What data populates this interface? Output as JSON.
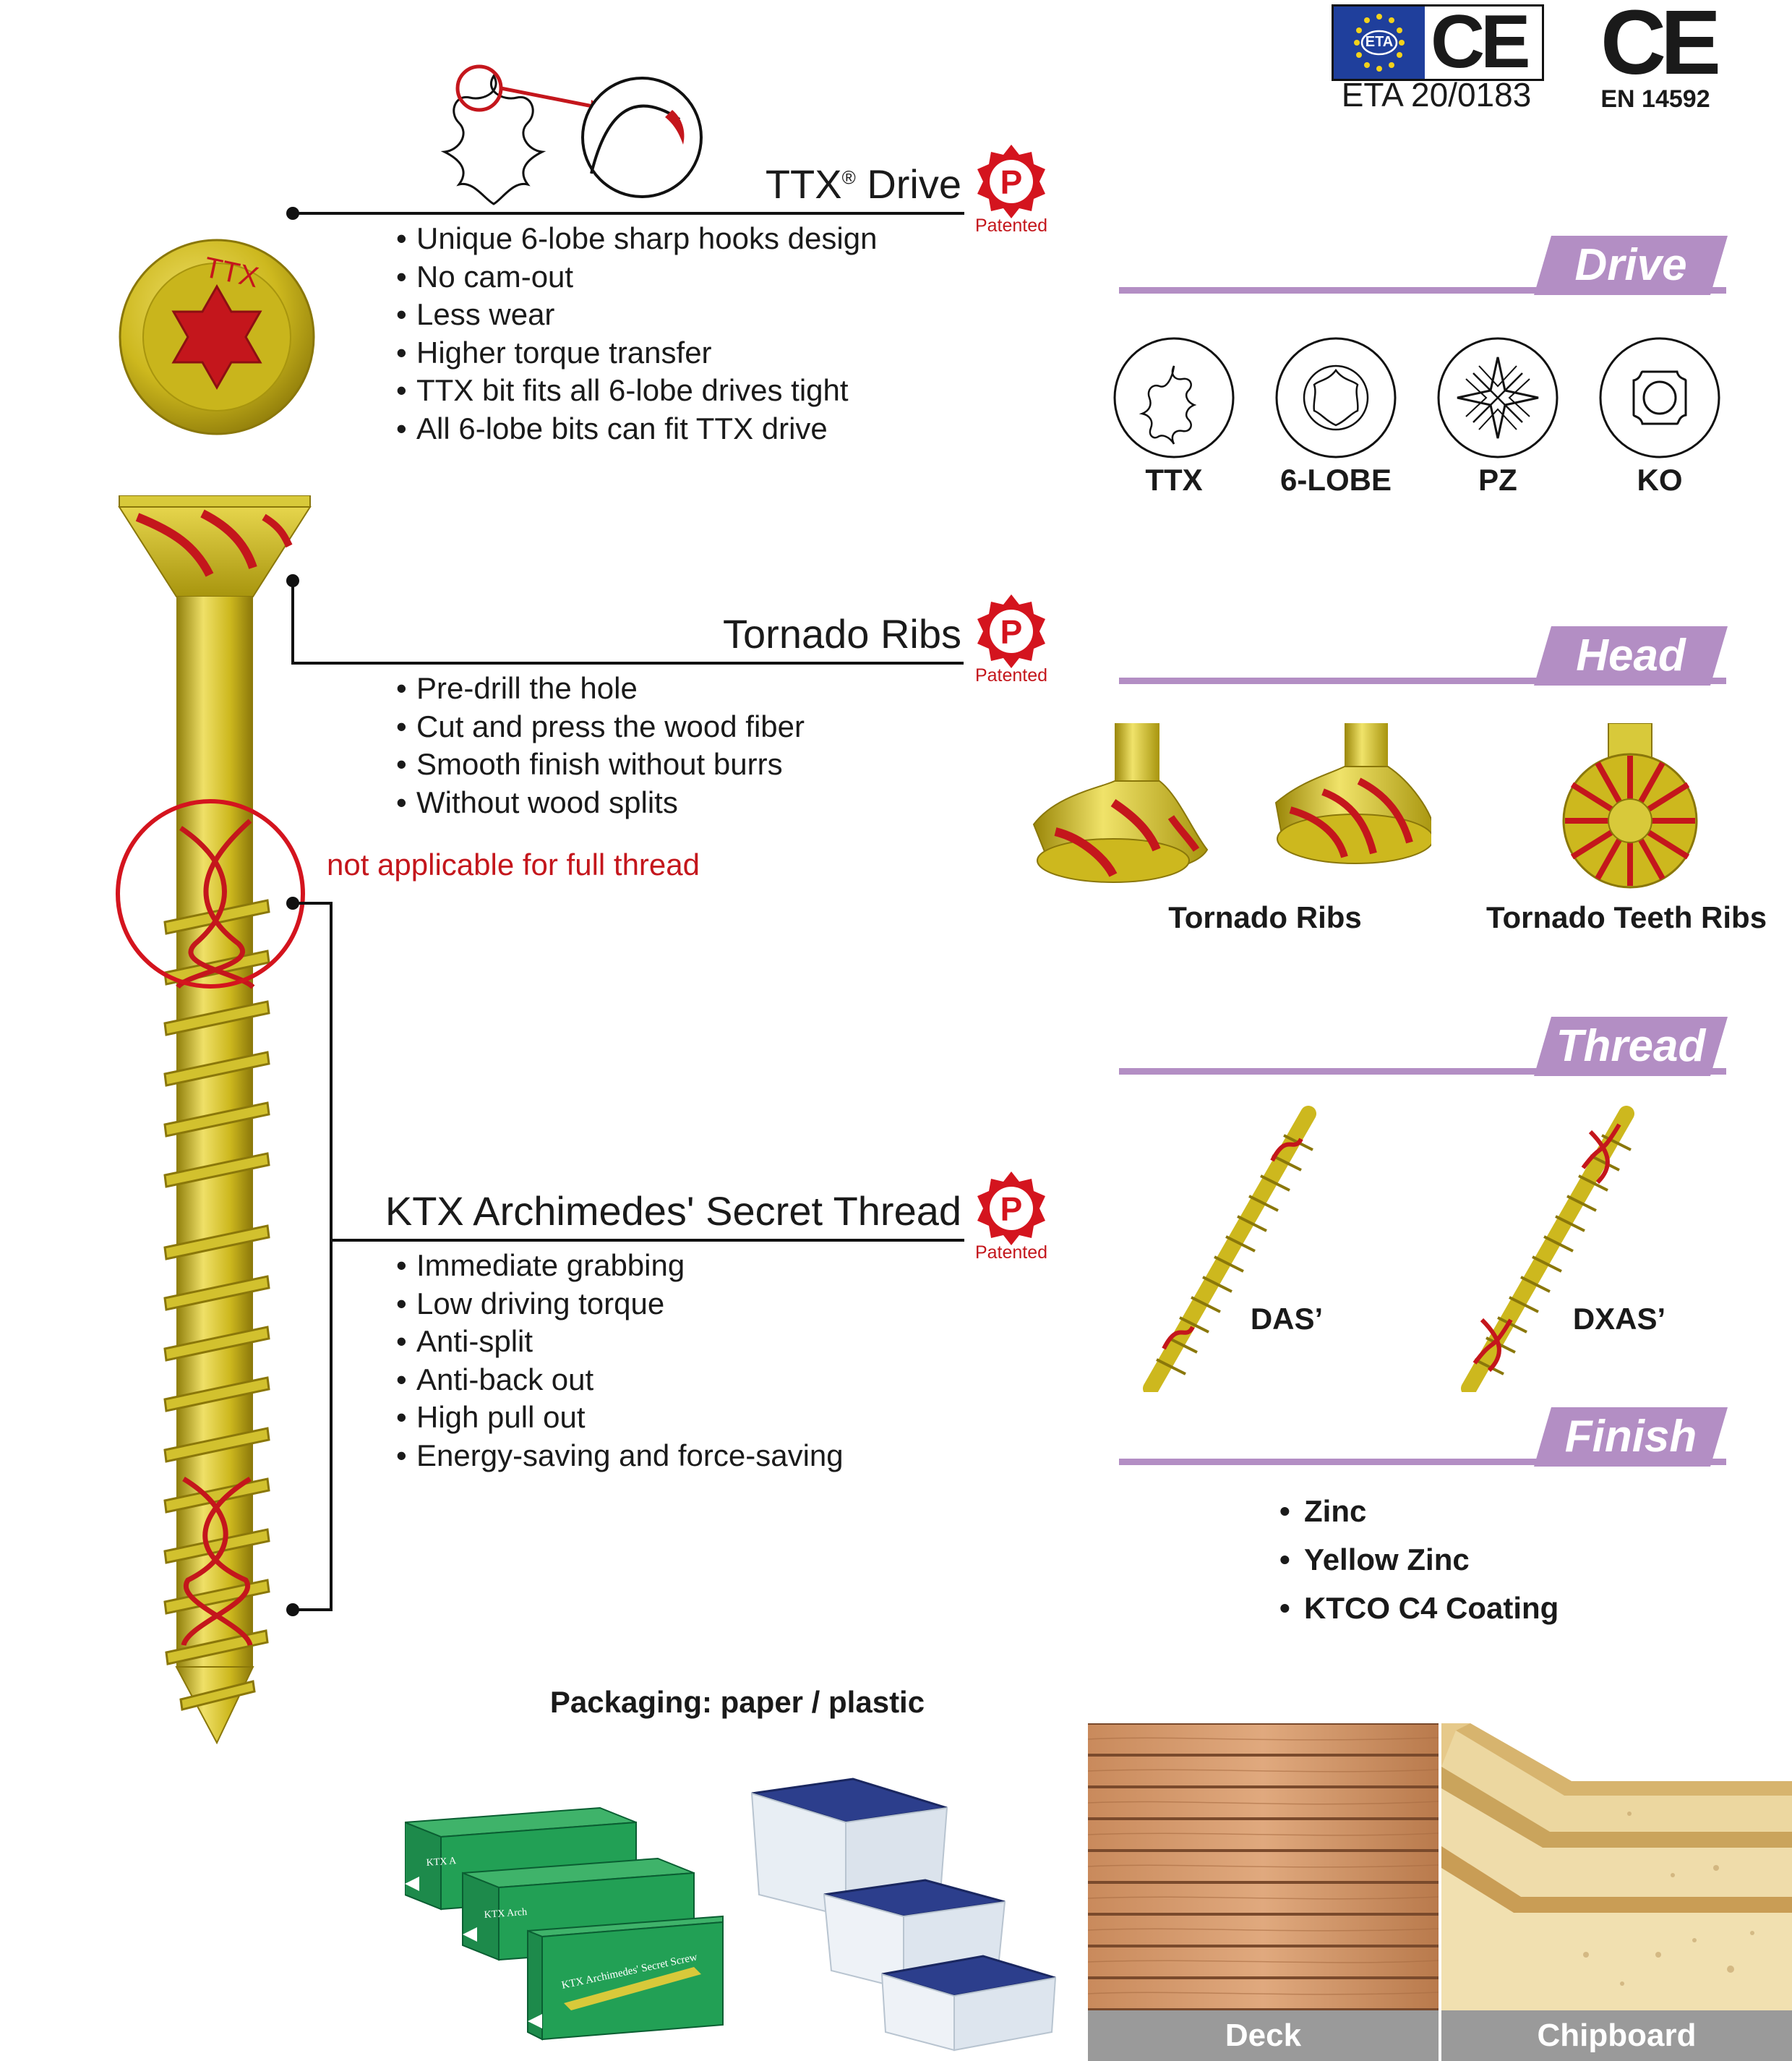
{
  "certs": {
    "eta_badge": "ETA",
    "eta_mark": "CE",
    "eta_number": "ETA 20/0183",
    "en_mark": "CE",
    "en_number": "EN 14592"
  },
  "patent": {
    "badge": "P",
    "label": "Patented"
  },
  "ttx_head": {
    "marking": "TTX"
  },
  "features": {
    "ttx_drive": {
      "title": "TTX",
      "title_mark": "®",
      "title_suffix": " Drive",
      "bullets": [
        "Unique 6-lobe sharp hooks design",
        "No cam-out",
        "Less wear",
        "Higher torque transfer",
        "TTX bit fits all 6-lobe drives tight",
        "All 6-lobe bits can fit TTX drive"
      ]
    },
    "tornado_ribs": {
      "title": "Tornado Ribs",
      "bullets": [
        "Pre-drill the hole",
        "Cut and press the wood fiber",
        "Smooth finish without burrs",
        "Without wood splits"
      ]
    },
    "note": "not applicable for full thread",
    "ktx_thread": {
      "title": "KTX Archimedes' Secret Thread",
      "bullets": [
        "Immediate grabbing",
        "Low driving torque",
        "Anti-split",
        "Anti-back out",
        "High pull out",
        "Energy-saving and force-saving"
      ]
    }
  },
  "sections": {
    "drive": {
      "title": "Drive",
      "items": [
        "TTX",
        "6-LOBE",
        "PZ",
        "KO"
      ]
    },
    "head": {
      "title": "Head",
      "items": [
        "Tornado Ribs",
        "Tornado Teeth Ribs"
      ]
    },
    "thread": {
      "title": "Thread",
      "items": [
        "DAS’",
        "DXAS’"
      ]
    },
    "finish": {
      "title": "Finish",
      "items": [
        "Zinc",
        "Yellow Zinc",
        "KTCO C4 Coating"
      ]
    }
  },
  "packaging": {
    "title": "Packaging: paper / plastic",
    "box_text": "KTX Archimedes' Secret Screw",
    "box_text_short_1": "KTX A",
    "box_text_short_2": "KTX Arch"
  },
  "applications": [
    "Deck",
    "Chipboard"
  ],
  "colors": {
    "accent_purple": "#b38ec4",
    "screw_gold": "#cdbb1e",
    "rib_red": "#c4161c",
    "caption_gray": "#9a9a9a"
  }
}
